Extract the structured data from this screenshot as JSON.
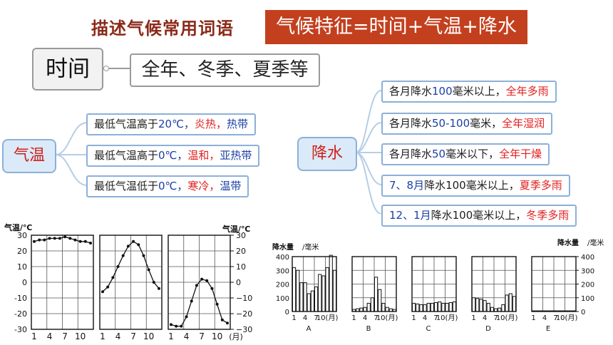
{
  "heading": "描述气候常用词语",
  "banner": "气候特征=时间+气温+降水",
  "time": {
    "label": "时间",
    "desc": "全年、冬季、夏季等"
  },
  "temperature": {
    "label": "气温",
    "items": [
      {
        "pre": "最低气温高于",
        "num": "20℃，",
        "red": "炎热，",
        "blue": "热带"
      },
      {
        "pre": "最低气温高于",
        "num": "0℃，",
        "red": "温和，",
        "blue": "亚热带"
      },
      {
        "pre": "最低气温低于",
        "num": "0℃，",
        "red": "寒冷，",
        "blue": "温带"
      }
    ]
  },
  "precipitation": {
    "label": "降水",
    "items": [
      {
        "pre": "各月降水",
        "num": "100",
        "mid": "毫米以上，",
        "red": "全年多雨"
      },
      {
        "pre": "各月降水",
        "num": "50-100",
        "mid": "毫米，",
        "red": "全年湿润"
      },
      {
        "pre": "各月降水",
        "num": "50",
        "mid": "毫米以下，",
        "red": "全年干燥"
      },
      {
        "pre": "",
        "num": "7、8月",
        "mid": "降水100毫米以上，",
        "red": "夏季多雨"
      },
      {
        "pre": "",
        "num": "12、1月",
        "mid": "降水100毫米以上，",
        "red": "冬季多雨"
      }
    ]
  },
  "chart_data": [
    {
      "type": "line",
      "ylabel_left": "气温/℃",
      "ylabel_right": "气温/℃",
      "xlabel": "(月)",
      "ylim": [
        -30,
        30
      ],
      "yticks": [
        "30",
        "20",
        "10",
        "0",
        "-10",
        "-20",
        "-30"
      ],
      "yticks_right": [
        "30",
        "20",
        "10",
        "0",
        "−10",
        "−20",
        "−30"
      ],
      "xticks": [
        "1",
        "4",
        "7",
        "10"
      ],
      "series": [
        {
          "values": [
            26,
            27,
            27,
            28,
            28,
            28,
            29,
            28,
            27,
            26,
            26,
            25
          ]
        },
        {
          "values": [
            -6,
            -3,
            3,
            10,
            17,
            23,
            26,
            24,
            17,
            8,
            0,
            -4
          ]
        },
        {
          "values": [
            -27,
            -28,
            -28,
            -22,
            -12,
            -2,
            2,
            1,
            -4,
            -14,
            -24,
            -26
          ]
        }
      ]
    },
    {
      "type": "bar",
      "ylabel_left": "降水量",
      "ylabel_left_unit": "/毫米",
      "ylabel_right": "降水量",
      "ylabel_right_unit": "/毫米",
      "xlabel": "(月)",
      "ylim": [
        0,
        400
      ],
      "yticks": [
        "400",
        "300",
        "200",
        "100",
        "0"
      ],
      "xticks": [
        "1",
        "4",
        "7",
        "10"
      ],
      "panels": [
        {
          "label": "A",
          "values": [
            320,
            300,
            210,
            210,
            130,
            150,
            180,
            270,
            260,
            320,
            410,
            300
          ]
        },
        {
          "label": "B",
          "values": [
            15,
            20,
            25,
            30,
            60,
            100,
            250,
            160,
            60,
            30,
            20,
            15
          ]
        },
        {
          "label": "C",
          "values": [
            60,
            55,
            50,
            50,
            60,
            60,
            65,
            70,
            60,
            60,
            65,
            70
          ]
        },
        {
          "label": "D",
          "values": [
            100,
            95,
            90,
            80,
            60,
            30,
            20,
            25,
            50,
            120,
            130,
            110
          ]
        },
        {
          "label": "E",
          "values": [
            5,
            5,
            5,
            5,
            5,
            5,
            5,
            5,
            5,
            5,
            5,
            5
          ]
        }
      ]
    }
  ]
}
